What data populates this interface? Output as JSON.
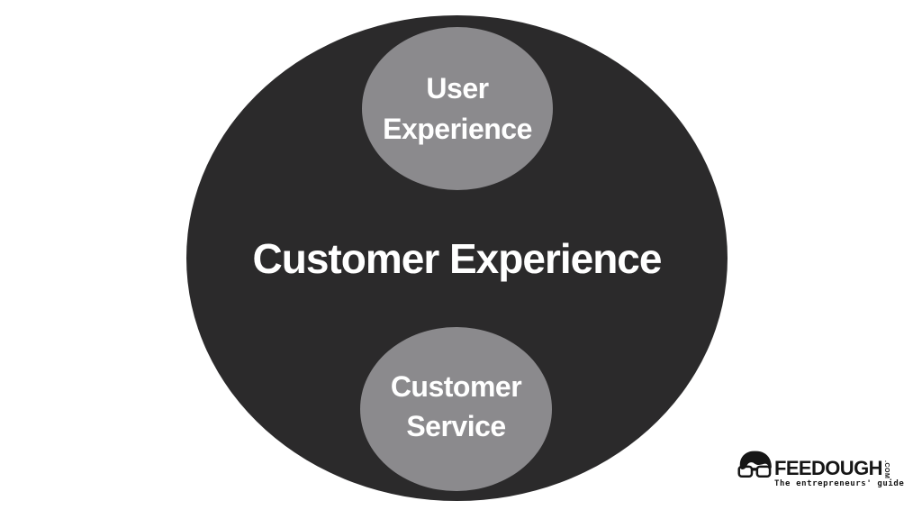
{
  "diagram": {
    "center_label": "Customer Experience",
    "top_circle_label": "User Experience",
    "bottom_circle_label": "Customer Service"
  },
  "logo": {
    "brand": "FEEDOUGH",
    "tld": ".COM",
    "tagline": "The entrepreneurs' guide",
    "icon": "hair-and-glasses-face-icon"
  },
  "colors": {
    "background": "#FFFFFF",
    "outer_ellipse": "#2B2A2B",
    "inner_circle": "#8B8A8D",
    "label_text": "#FFFFFF",
    "logo_ink": "#161616"
  }
}
